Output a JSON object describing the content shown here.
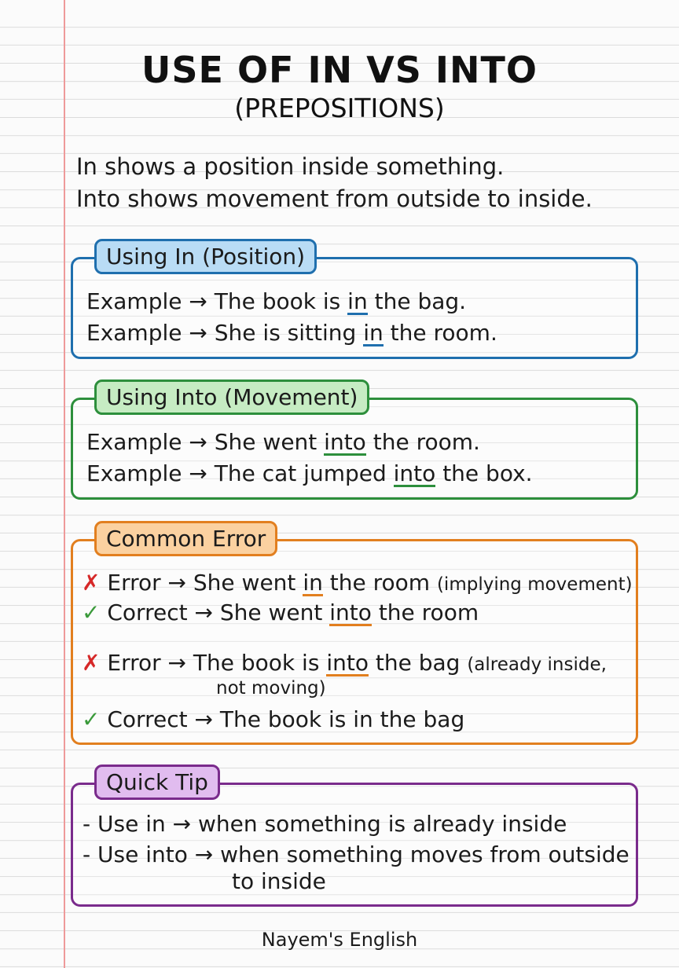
{
  "title": "USE OF IN VS INTO",
  "subtitle": "(PREPOSITIONS)",
  "intro": [
    "In shows a position inside something.",
    "Into shows movement from outside to inside."
  ],
  "colors": {
    "blue": "#1f6fae",
    "blue_fill": "#b9dcf5",
    "green": "#2d8f3c",
    "green_fill": "#c6ecc3",
    "orange": "#e27f1f",
    "orange_fill": "#fbd1a0",
    "purple": "#7a2b8c",
    "purple_fill": "#e1bcef",
    "error_red": "#d62828",
    "correct_green": "#3a9a3a",
    "margin_line": "#ee9a9a"
  },
  "using_in": {
    "heading": "Using In (Position)",
    "examples": [
      {
        "label": "Example",
        "arrow": "→",
        "before": "The book is",
        "key": "in",
        "after": "the bag."
      },
      {
        "label": "Example",
        "arrow": "→",
        "before": "She is sitting",
        "key": "in",
        "after": "the room."
      }
    ]
  },
  "using_into": {
    "heading": "Using Into (Movement)",
    "examples": [
      {
        "label": "Example",
        "arrow": "→",
        "before": "She went",
        "key": "into",
        "after": "the room."
      },
      {
        "label": "Example",
        "arrow": "→",
        "before": "The cat jumped",
        "key": "into",
        "after": "the box."
      }
    ]
  },
  "common_error": {
    "heading": "Common Error",
    "error_icon": "cross-mark-icon",
    "correct_icon": "check-mark-icon",
    "error_symbol": "✗",
    "correct_symbol": "✓",
    "pair1": {
      "error_label": "Error",
      "arrow": "→",
      "error_before": "She went",
      "error_key": "in",
      "error_after": "the room",
      "error_note": "(implying movement)",
      "correct_label": "Correct",
      "correct_before": "She went",
      "correct_key": "into",
      "correct_after": "the room"
    },
    "pair2": {
      "error_label": "Error",
      "arrow": "→",
      "error_before": "The book is",
      "error_key": "into",
      "error_after": "the bag",
      "error_note": "(already inside,",
      "error_note_cont": "not moving)",
      "correct_label": "Correct",
      "correct_text": "The book is in the bag"
    }
  },
  "quick_tip": {
    "heading": "Quick Tip",
    "tips": [
      {
        "dash": "-",
        "word": "Use in",
        "arrow": "→",
        "text": "when something is already inside"
      },
      {
        "dash": "-",
        "word": "Use into",
        "arrow": "→",
        "text": "when something moves from outside",
        "cont": "to inside"
      }
    ]
  },
  "footer": "Nayem's English"
}
